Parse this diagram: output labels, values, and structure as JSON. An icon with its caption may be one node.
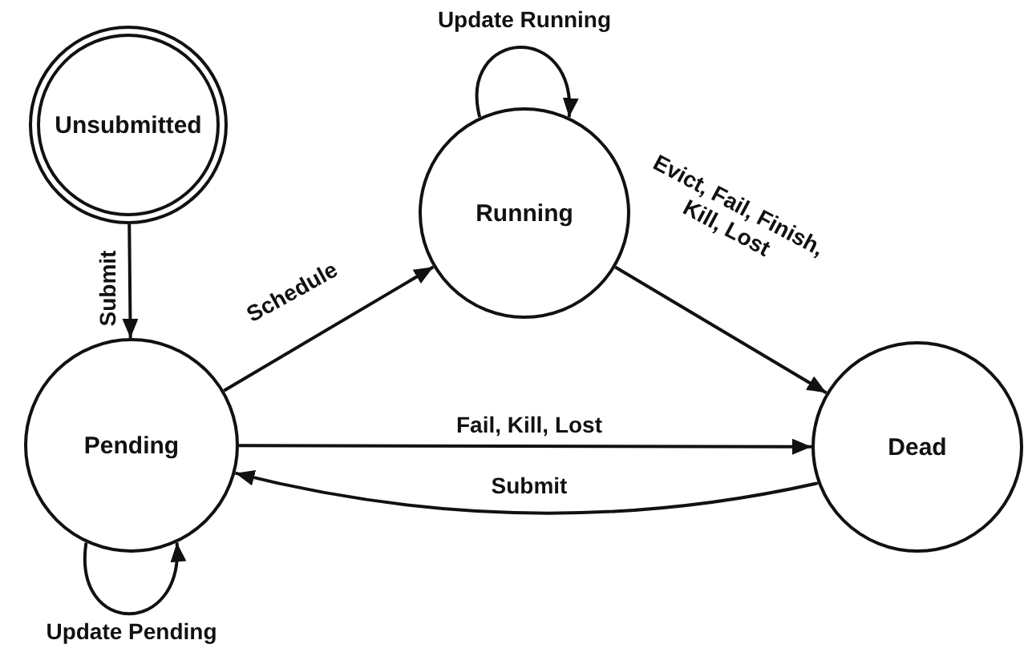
{
  "diagram": {
    "nodes": [
      {
        "text": [
          "Unsubmitted"
        ]
      },
      {
        "text": [
          "Running"
        ]
      },
      {
        "text": [
          "Pending"
        ]
      },
      {
        "text": [
          "Dead"
        ]
      }
    ],
    "edges": [
      {
        "from": 0,
        "to": 2,
        "arrow": "to",
        "label": "Submit"
      },
      {
        "from": 2,
        "to": 1,
        "arrow": "to",
        "label": "Schedule"
      },
      {
        "from": 1,
        "to": 1,
        "arrow": "to",
        "label": "Update Running"
      },
      {
        "from": 1,
        "to": 3,
        "arrow": "to",
        "label": "Evict, Fail, Finish, Kill, Lost"
      },
      {
        "from": 2,
        "to": 3,
        "arrow": "to",
        "label": "Fail, Kill, Lost"
      },
      {
        "from": 3,
        "to": 2,
        "arrow": "to",
        "label": "Submit"
      },
      {
        "from": 2,
        "to": 2,
        "arrow": "to",
        "label": "Update Pending"
      }
    ]
  }
}
